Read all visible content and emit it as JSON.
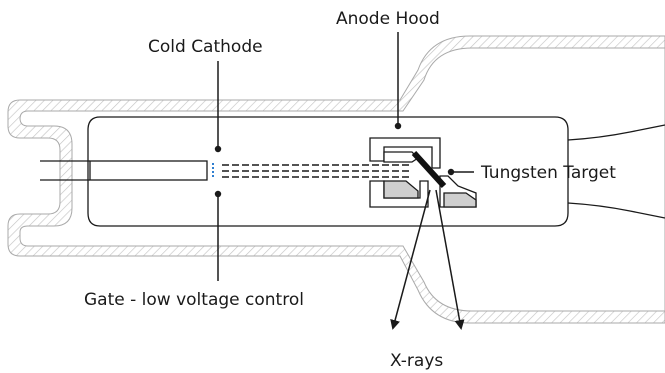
{
  "labels": {
    "anode_hood": "Anode Hood",
    "cold_cathode": "Cold Cathode",
    "tungsten_target": "Tungsten Target",
    "gate": "Gate - low voltage control",
    "xrays": "X-rays"
  },
  "colors": {
    "line": "#1a1a1a",
    "hatch": "#c9c9c9",
    "fill_grey": "#cfcfcf",
    "cathode_tip": "#2f7fd0",
    "background": "#ffffff"
  }
}
